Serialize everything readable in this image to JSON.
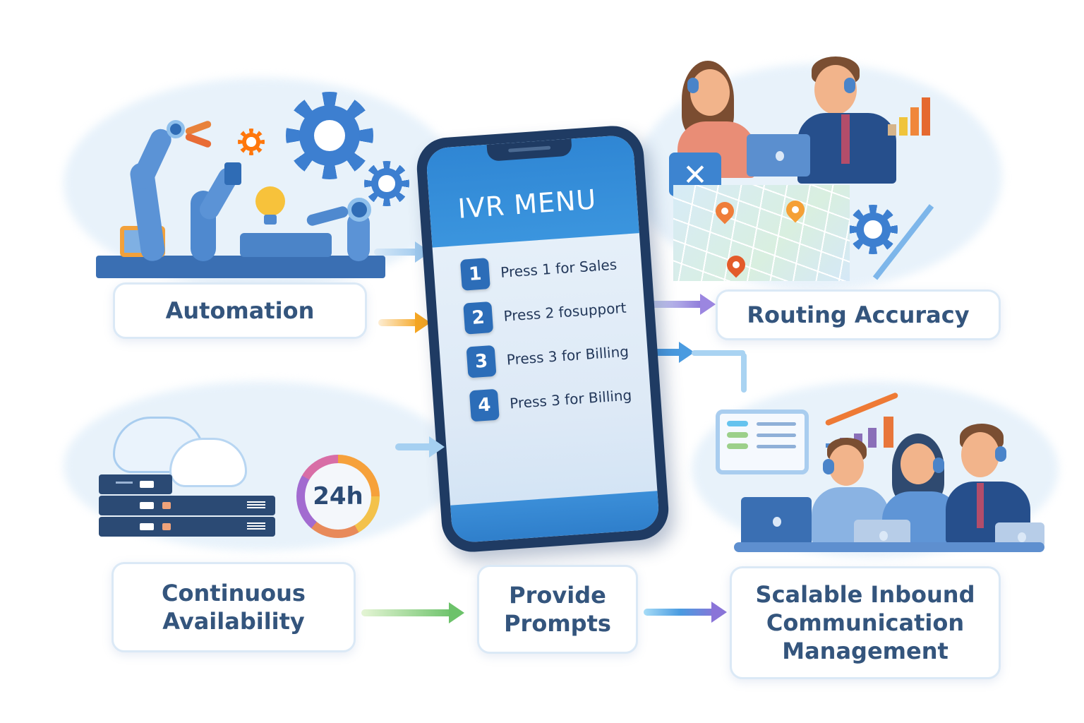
{
  "phone": {
    "title": "IVR MENU",
    "menu": [
      {
        "num": "1",
        "text": "Press 1 for Sales"
      },
      {
        "num": "2",
        "text": "Press 2 fosupport"
      },
      {
        "num": "3",
        "text": "Press 3 for Billing"
      },
      {
        "num": "4",
        "text": "Press 3 for Billing"
      }
    ]
  },
  "labels": {
    "automation": "Automation",
    "routing_accuracy": "Routing Accuracy",
    "continuous_availability": [
      "Continuous",
      "Availability"
    ],
    "provide_prompts": [
      "Provide",
      "Prompts"
    ],
    "scalable_management": [
      "Scalable Inbound",
      "Communication",
      "Management"
    ]
  },
  "clock_label": "24h",
  "icons": {
    "automation": [
      "robot-arm-icon",
      "gear-icon",
      "lightbulb-icon"
    ],
    "availability": [
      "server-rack-icon",
      "cloud-icon",
      "clock-24h-icon"
    ],
    "routing": [
      "agent-icon",
      "map-icon",
      "location-pin-icon",
      "bar-chart-icon",
      "gear-icon"
    ],
    "scalable": [
      "team-agents-icon",
      "dashboard-icon",
      "growth-chart-icon"
    ]
  },
  "colors": {
    "phone_frame": "#1f3b63",
    "phone_header": "#2f86d4",
    "label_text": "#34557d",
    "arrow_orange": "#f5a623",
    "arrow_green": "#6cc26a",
    "arrow_blue": "#4a9be0",
    "arrow_purple": "#8a74d8"
  }
}
